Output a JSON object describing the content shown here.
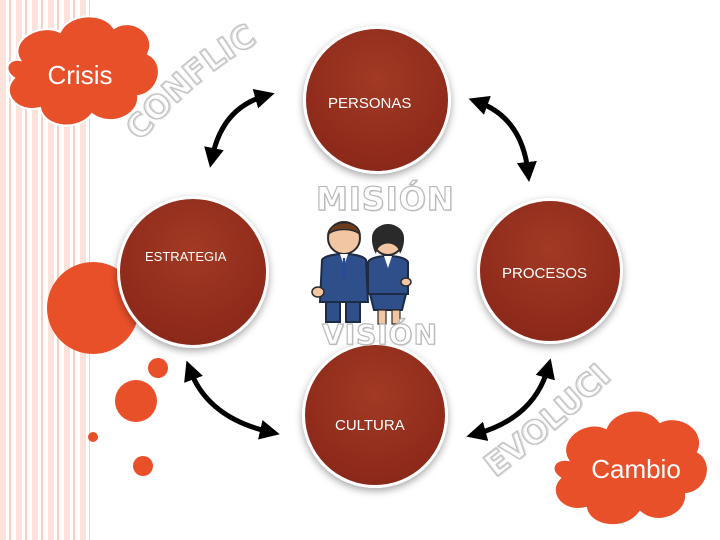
{
  "diagram": {
    "nodes": {
      "top": "PERSONAS",
      "left": "ESTRATEGIA",
      "right": "PROCESOS",
      "bottom": "CULTURA"
    },
    "center": {
      "mission": "MISIÓN",
      "vision": "VISIÓN"
    },
    "curved_words": {
      "conflict": "CONFLICTO",
      "evolution": "EVOLUCIÓN"
    },
    "clouds": {
      "crisis": "Crisis",
      "change": "Cambio"
    }
  },
  "colors": {
    "node_fill": "#8e2a1b",
    "accent_orange": "#e8502a",
    "outline_gray": "#b9b9b9",
    "arrow": "#000000"
  },
  "icons": [
    "business-people-icon",
    "bidirectional-arrow-icon"
  ]
}
